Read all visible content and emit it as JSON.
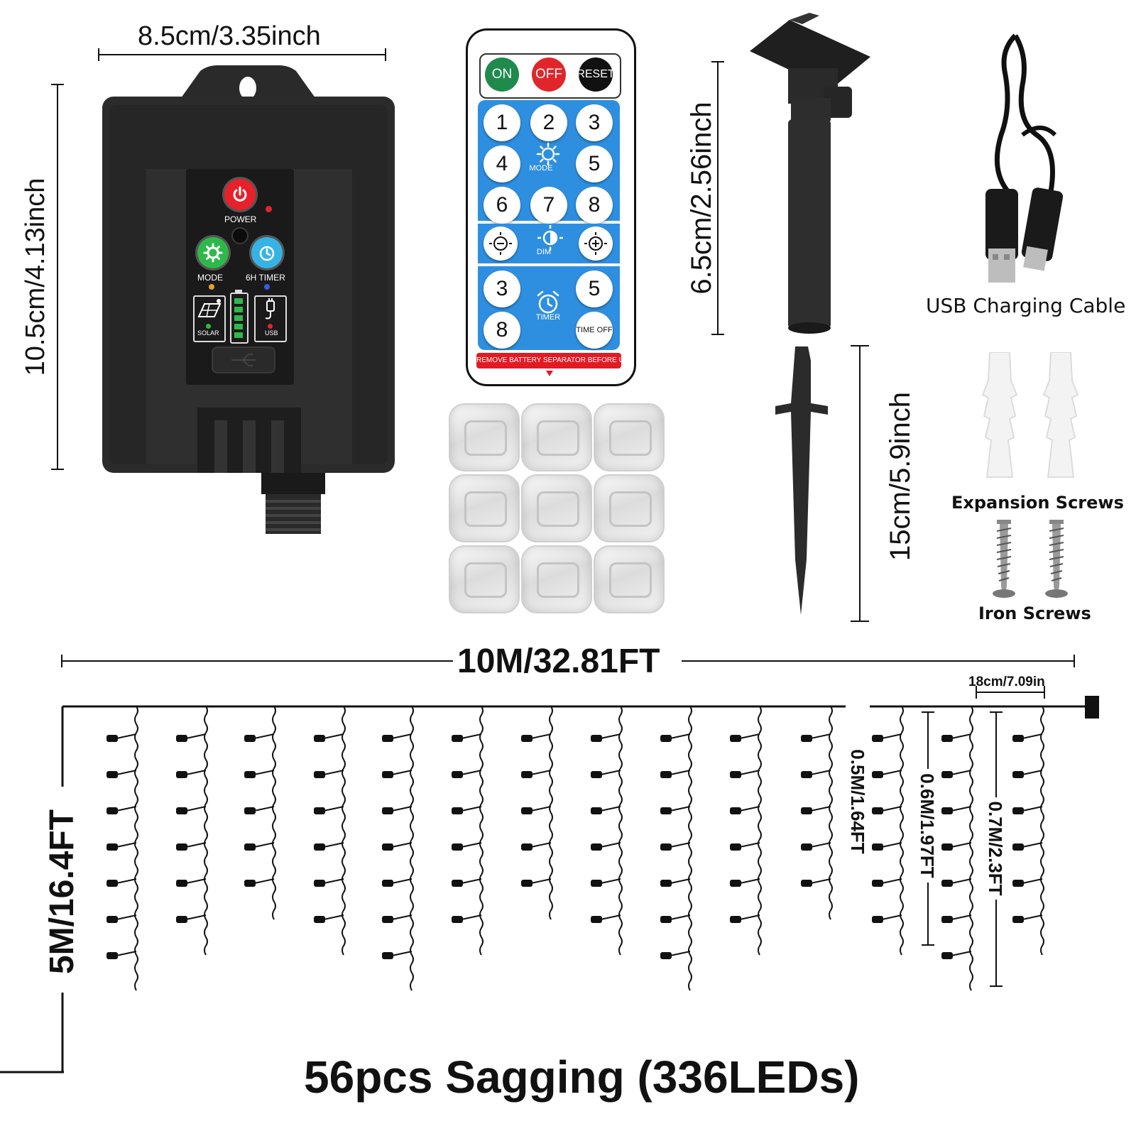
{
  "controller": {
    "width_label": "8.5cm/3.35inch",
    "height_label": "10.5cm/4.13inch",
    "power_label": "POWER",
    "mode_label": "MODE",
    "timer_label": "6H TIMER",
    "solar_label": "SOLAR",
    "usb_label": "USB"
  },
  "remote": {
    "on": "ON",
    "off": "OFF",
    "reset": "RESET",
    "numbers": [
      "1",
      "2",
      "3",
      "4",
      "5",
      "6",
      "7",
      "8"
    ],
    "mode": "MODE",
    "dim": "DIM",
    "timer_3": "3",
    "timer_5": "5",
    "timer_8": "8",
    "timer": "TIMER",
    "time_off": "TIME OFF",
    "warning": "REMOVE BATTERY SEPARATOR BEFORE USE"
  },
  "stake": {
    "top_label": "6.5cm/2.56inch",
    "bottom_label": "15cm/5.9inch"
  },
  "accessories": {
    "usb_cable": "USB Charging Cable",
    "expansion_screws": "Expansion Screws",
    "iron_screws": "Iron Screws"
  },
  "string_light": {
    "length_label": "10M/32.81FT",
    "spacing_label": "18cm/7.09in",
    "drop_label": "5M/16.4FT",
    "short_drop": "0.5M/1.64FT",
    "mid_drop": "0.6M/1.97FT",
    "long_drop": "0.7M/2.3FT",
    "summary": "56pcs Sagging (336LEDs)"
  },
  "colors": {
    "power_red": "#e8202a",
    "mode_green": "#2fb84a",
    "timer_blue": "#36b3e6",
    "remote_blue": "#2e8fe0",
    "on_green": "#1f8a4c",
    "off_red": "#e0262b",
    "warning_red": "#e21b23"
  }
}
